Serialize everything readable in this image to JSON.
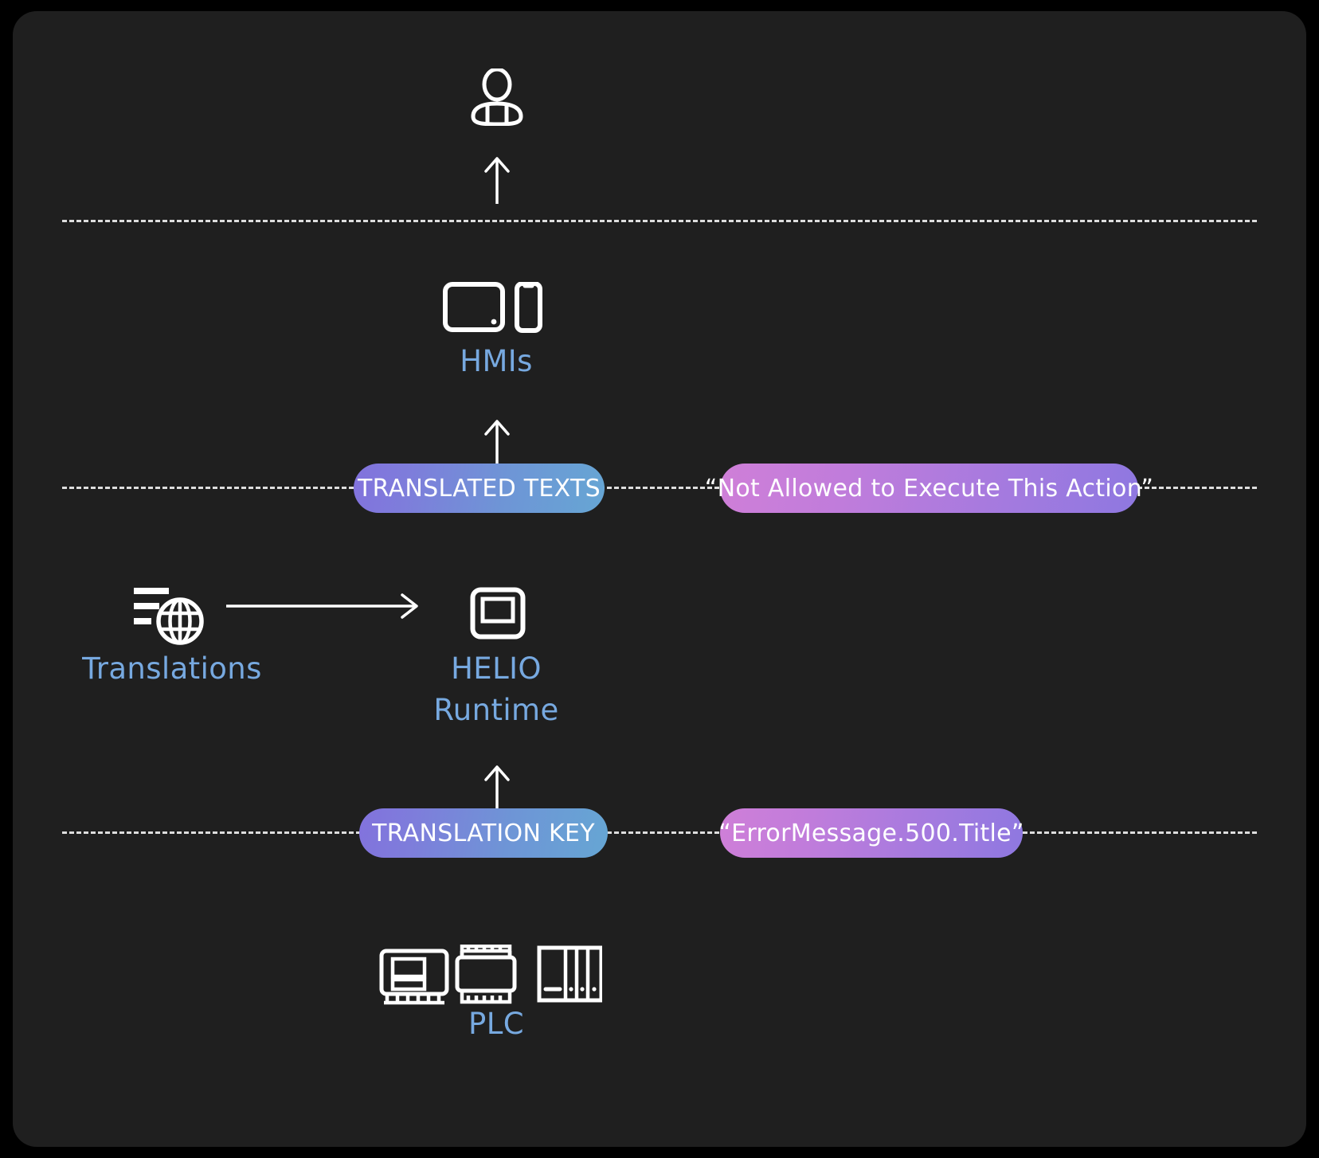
{
  "diagram": {
    "title": "HELIO Runtime translation flow",
    "background": "#1f1f1f",
    "label_color": "#77a9e0",
    "line_color": "#e8e8e8"
  },
  "nodes": [
    {
      "id": "user",
      "icon": "user-icon",
      "label": ""
    },
    {
      "id": "hmis",
      "icon": "monitor-phone-icon",
      "label": "HMIs"
    },
    {
      "id": "translations",
      "icon": "text-globe-icon",
      "label": "Translations"
    },
    {
      "id": "helio",
      "icon": "runtime-screen-icon",
      "label": "HELIO\nRuntime"
    },
    {
      "id": "plc",
      "icon": "plc-modules-icon",
      "label": "PLC"
    }
  ],
  "pills": [
    {
      "id": "translated-texts",
      "text": "TRANSLATED TEXTS",
      "style": "blue"
    },
    {
      "id": "translated-example",
      "text": "“Not Allowed to Execute This Action”",
      "style": "pink"
    },
    {
      "id": "translation-key",
      "text": "TRANSLATION KEY",
      "style": "blue"
    },
    {
      "id": "key-example",
      "text": "“ErrorMessage.500.Title”",
      "style": "pink"
    }
  ],
  "arrows": [
    {
      "id": "plc-to-helio",
      "direction": "up"
    },
    {
      "id": "helio-to-hmis",
      "direction": "up"
    },
    {
      "id": "hmis-to-user",
      "direction": "up"
    },
    {
      "id": "translations-to-helio",
      "direction": "right"
    }
  ],
  "rails": [
    {
      "id": "rail-top"
    },
    {
      "id": "rail-translated-texts"
    },
    {
      "id": "rail-translation-key"
    }
  ]
}
